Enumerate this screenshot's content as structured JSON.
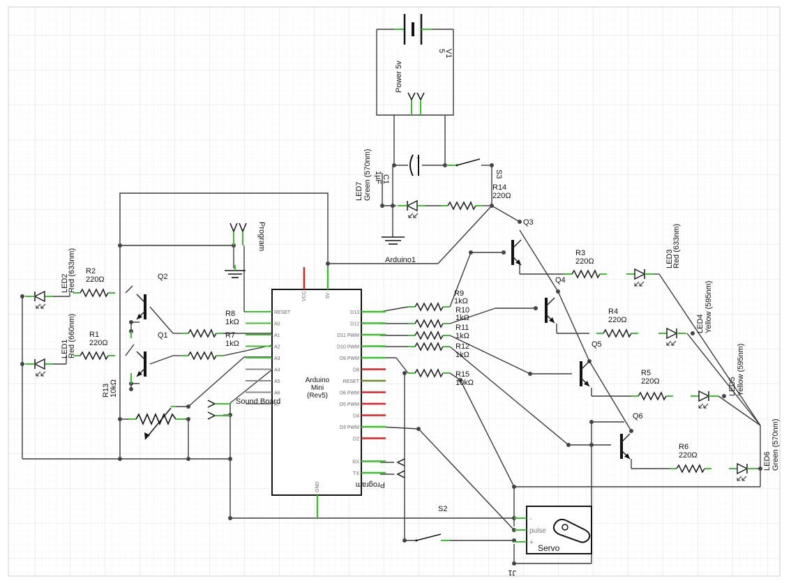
{
  "labels": {
    "v1_name": "V1",
    "v1_value": "5",
    "power": "Power 5v",
    "c1_name": "C1",
    "c1_value": "1µF",
    "s3": "S3",
    "r14_name": "R14",
    "r14_value": "220Ω",
    "led7_name": "LED7",
    "led7_value": "Green (570nm)",
    "program_top": "Program",
    "arduino1": "Arduino1",
    "q1": "Q1",
    "q2": "Q2",
    "q3": "Q3",
    "q4": "Q4",
    "q5": "Q5",
    "q6": "Q6",
    "r1_name": "R1",
    "r1_value": "220Ω",
    "r2_name": "R2",
    "r2_value": "220Ω",
    "r3_name": "R3",
    "r3_value": "220Ω",
    "r4_name": "R4",
    "r4_value": "220Ω",
    "r5_name": "R5",
    "r5_value": "220Ω",
    "r6_name": "R6",
    "r6_value": "220Ω",
    "r7_name": "R7",
    "r7_value": "1kΩ",
    "r8_name": "R8",
    "r8_value": "1kΩ",
    "r9_name": "R9",
    "r9_value": "1kΩ",
    "r10_name": "R10",
    "r10_value": "1kΩ",
    "r11_name": "R11",
    "r11_value": "1kΩ",
    "r12_name": "R12",
    "r12_value": "1kΩ",
    "r13_name": "R13",
    "r13_value": "10kΩ",
    "r15_name": "R15",
    "r15_value": "10kΩ",
    "led1_name": "LED1",
    "led1_value": "Red (660nm)",
    "led2_name": "LED2",
    "led2_value": "Red (633nm)",
    "led3_name": "LED3",
    "led3_value": "Red (633nm)",
    "led4_name": "LED4",
    "led4_value": "Yellow (595nm)",
    "led5_name": "LED5",
    "led5_value": "Yellow (595nm)",
    "led6_name": "LED6",
    "led6_value": "Green (570nm)",
    "sound_board": "Sound Board",
    "program_bottom": "Program",
    "s2": "S2",
    "j1": "J1",
    "servo": "Servo",
    "servo_minus": "-",
    "servo_pulse": "pulse",
    "servo_plus": "+"
  },
  "arduino": {
    "title": "Arduino",
    "subtitle": "Mini",
    "revision": "(Rev5)",
    "vcc": "VCC",
    "v5": "5V",
    "gnd": "GND",
    "left_pins": [
      "RESET",
      "A0",
      "A1",
      "A2",
      "A3",
      "A4",
      "A5",
      "A6",
      "A7"
    ],
    "right_pins": [
      "D13",
      "D12",
      "D11 PWM",
      "D10 PWM",
      "D9 PWM",
      "D8",
      "RESET",
      "D6 PWM",
      "D5 PWM",
      "D4",
      "D3 PWM",
      "D2",
      "",
      "RX",
      "TX"
    ]
  },
  "colors": {
    "wire": "#3a3a3a",
    "pin_green": "#39c02a",
    "pin_red": "#e02020",
    "grid_minor": "#e6e9ef",
    "grid_major": "#cfd4dd"
  }
}
